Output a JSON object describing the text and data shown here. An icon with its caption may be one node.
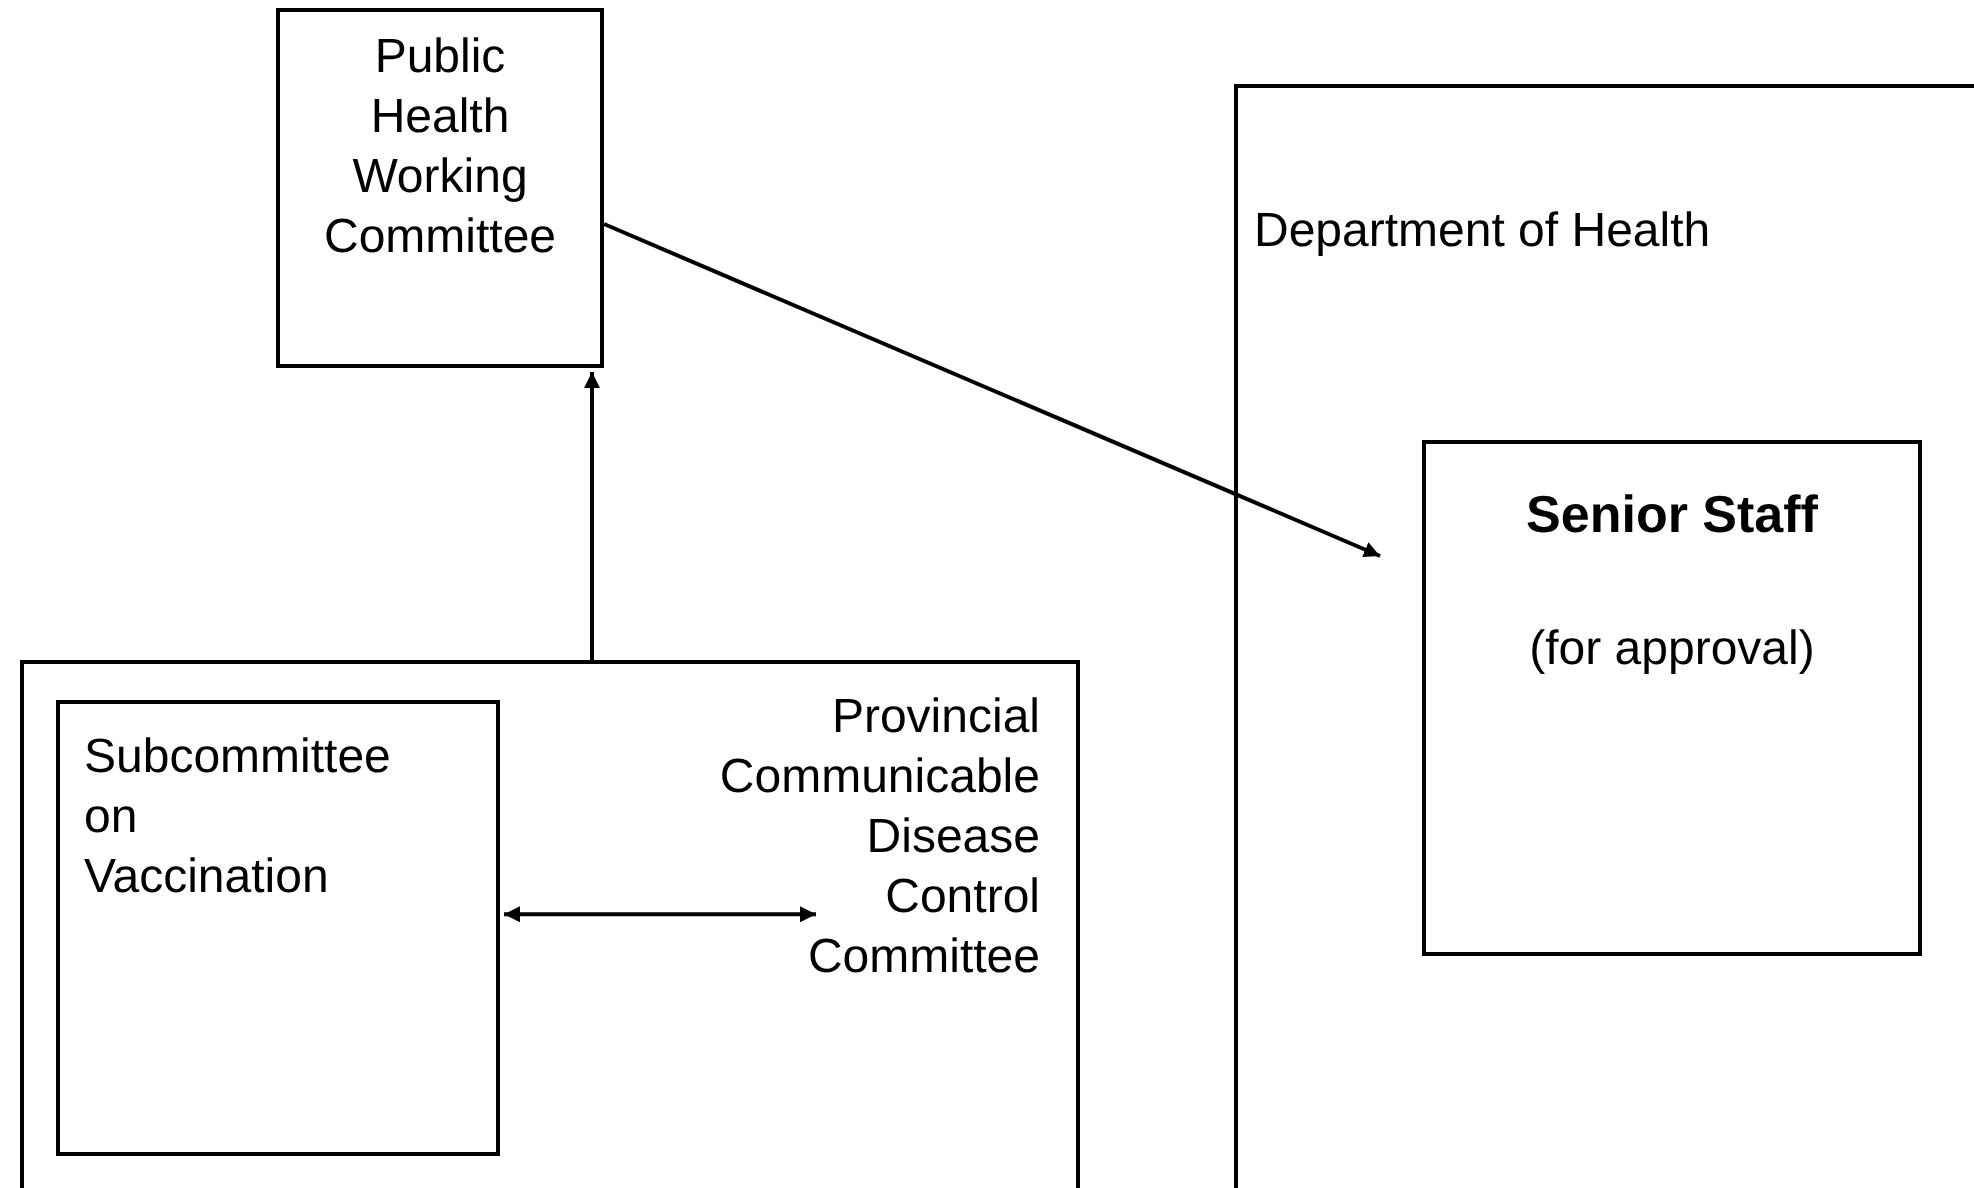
{
  "diagram": {
    "nodes": [
      {
        "text": [
          "Public Health Working Committee"
        ]
      },
      {
        "text": [],
        "shape": "box"
      },
      {
        "text": [
          "Subcommittee on Vaccination"
        ],
        "in": 1
      },
      {
        "text": [
          "Provincial Communicable Disease Control Committee"
        ],
        "in": 1
      },
      {
        "text": [
          "Department of Health"
        ]
      },
      {
        "text": [
          "Senior Staff",
          "(for approval)"
        ],
        "in": 4
      }
    ],
    "edges": [
      {
        "from": 0,
        "to": 5,
        "arrow": "to"
      },
      {
        "from": 1,
        "to": 0,
        "arrow": "to"
      },
      {
        "from": 2,
        "to": 3,
        "arrow": "both"
      }
    ]
  }
}
